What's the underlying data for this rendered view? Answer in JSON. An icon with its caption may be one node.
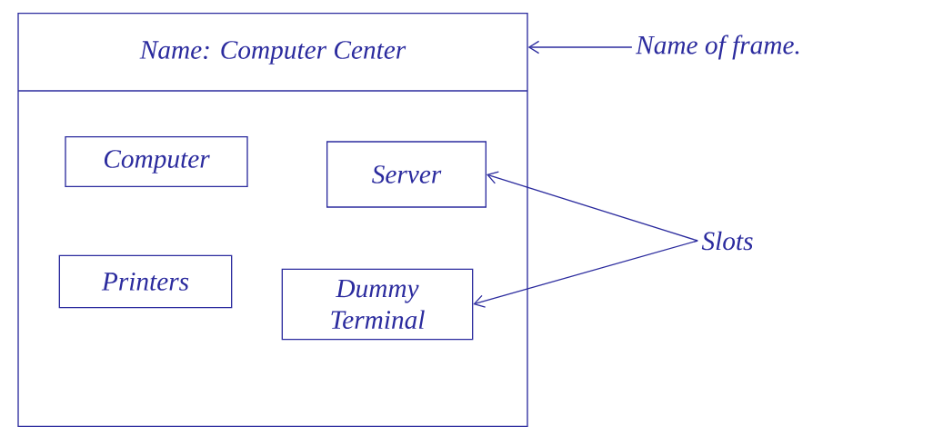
{
  "diagram": {
    "nodes": [
      {
        "text": [
          "Name: Computer Center"
        ]
      },
      {
        "text": [
          "Computer"
        ],
        "in": 0
      },
      {
        "text": [
          "Server"
        ],
        "in": 0
      },
      {
        "text": [
          "Printers"
        ],
        "in": 0
      },
      {
        "text": [
          "Dummy Terminal"
        ],
        "in": 0
      },
      {
        "text": [
          "Name of frame."
        ]
      },
      {
        "text": [
          "Slots"
        ]
      }
    ],
    "edges": [
      {
        "from": 5,
        "to": 0,
        "arrow": "to"
      },
      {
        "from": 6,
        "to": 2,
        "arrow": "to"
      },
      {
        "from": 6,
        "to": 4,
        "arrow": "to"
      }
    ]
  }
}
